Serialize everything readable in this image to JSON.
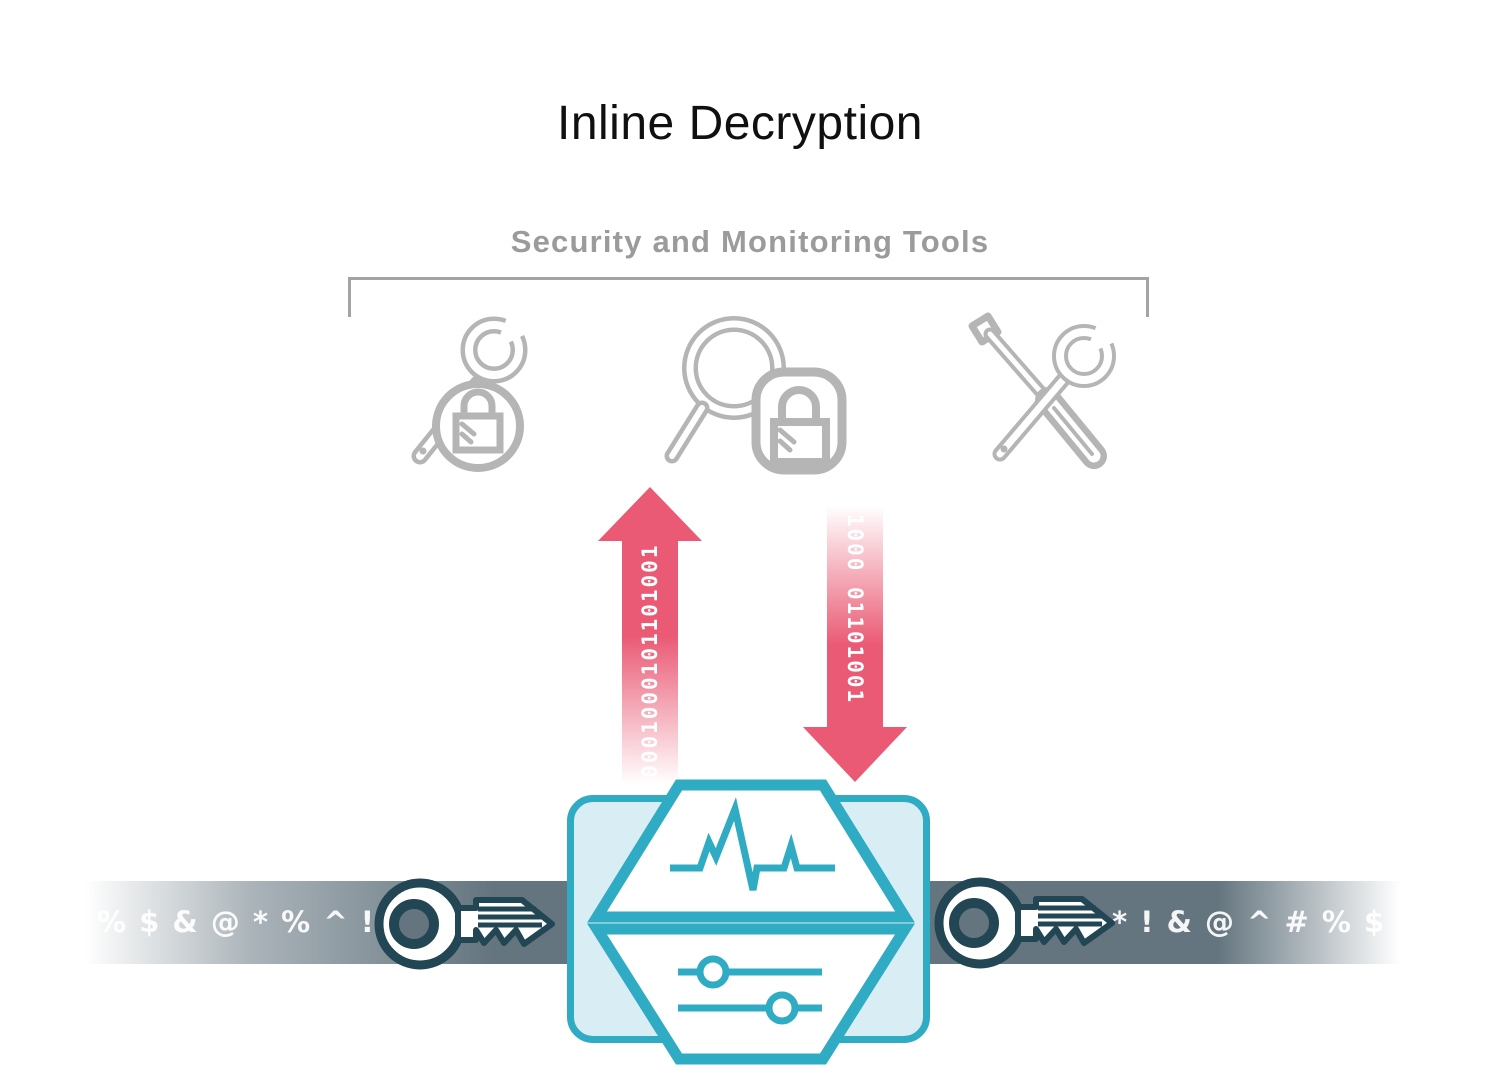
{
  "title": "Inline Decryption",
  "tools": {
    "label": "Security and Monitoring Tools",
    "icons": [
      "wrench-lock",
      "magnifier-lock",
      "crossed-tools"
    ]
  },
  "traffic": {
    "up_arrow_binary": "10001000101101001",
    "down_arrow_binary": "1000 01101001"
  },
  "pipe": {
    "left_ciphertext": "% $ & @ * % ^ ! & $",
    "right_ciphertext": "* ! & @ ^ # % $ & @"
  },
  "colors": {
    "accent_teal": "#2fabc4",
    "device_fill": "#d9edf4",
    "arrow_pink": "#ea5a74",
    "pipe_gray": "#64757f",
    "key_navy": "#224653",
    "icon_gray": "#b5b5b5",
    "label_gray": "#9b9b9b",
    "bracket_gray": "#a2a2a7"
  }
}
